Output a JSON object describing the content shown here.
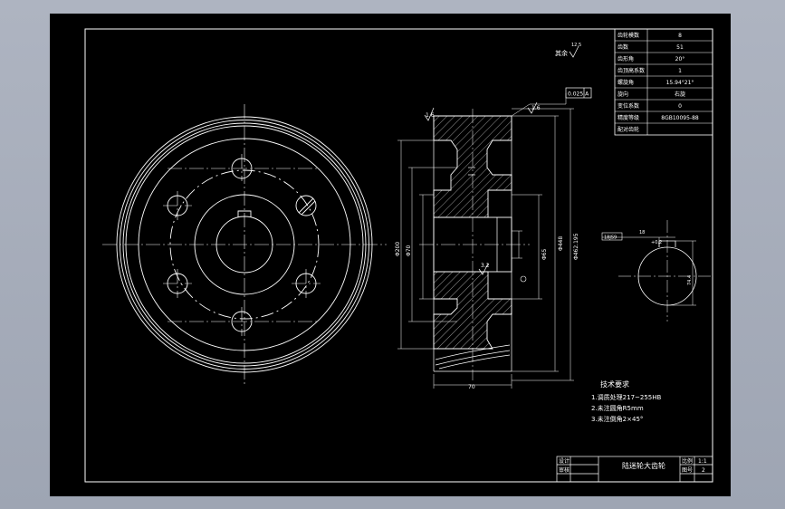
{
  "drawing": {
    "title": "陆迷轮大齿轮",
    "roughness_note": "其余",
    "roughness_value": "12.5",
    "datum_label": "A",
    "tolerance_frame": "0.025 A",
    "surface_mark_left": "1.6",
    "surface_mark_right": "1.6",
    "surface_mark_bore": "3.2",
    "dim_face_width": "70",
    "dim_bore_left": "Φ200",
    "dim_hub_left": "Φ70",
    "dim_hub_right": "Φ65",
    "dim_outer": "Φ448",
    "dim_root": "Φ462.195",
    "keyway_dim_width": "18",
    "keyway_dim_depth": "74.4",
    "keyway_dim_label": "18JS9",
    "keyway_dim_side": "+0.2"
  },
  "gear_params": [
    {
      "label": "齿轮模数",
      "value": "8"
    },
    {
      "label": "齿数",
      "value": "51"
    },
    {
      "label": "齿形角",
      "value": "20°"
    },
    {
      "label": "齿顶高系数",
      "value": "1"
    },
    {
      "label": "螺旋角",
      "value": "15.94°21°"
    },
    {
      "label": "旋向",
      "value": "右旋"
    },
    {
      "label": "变位系数",
      "value": "0"
    },
    {
      "label": "精度等级",
      "value": "8GB10095-88"
    },
    {
      "label": "配对齿轮",
      "value": ""
    }
  ],
  "tech_requirements": {
    "heading": "技术要求",
    "items": [
      "1.调质处理217~255HB",
      "2.未注圆角R5mm",
      "3.未注倒角2×45°"
    ]
  },
  "title_block": {
    "title": "陆迷轮大齿轮",
    "scale_label": "比例",
    "scale_value": "1:1",
    "drawing_no_label": "图号",
    "drawing_no_value": "2",
    "designer_label": "设计",
    "checker_label": "审核"
  }
}
